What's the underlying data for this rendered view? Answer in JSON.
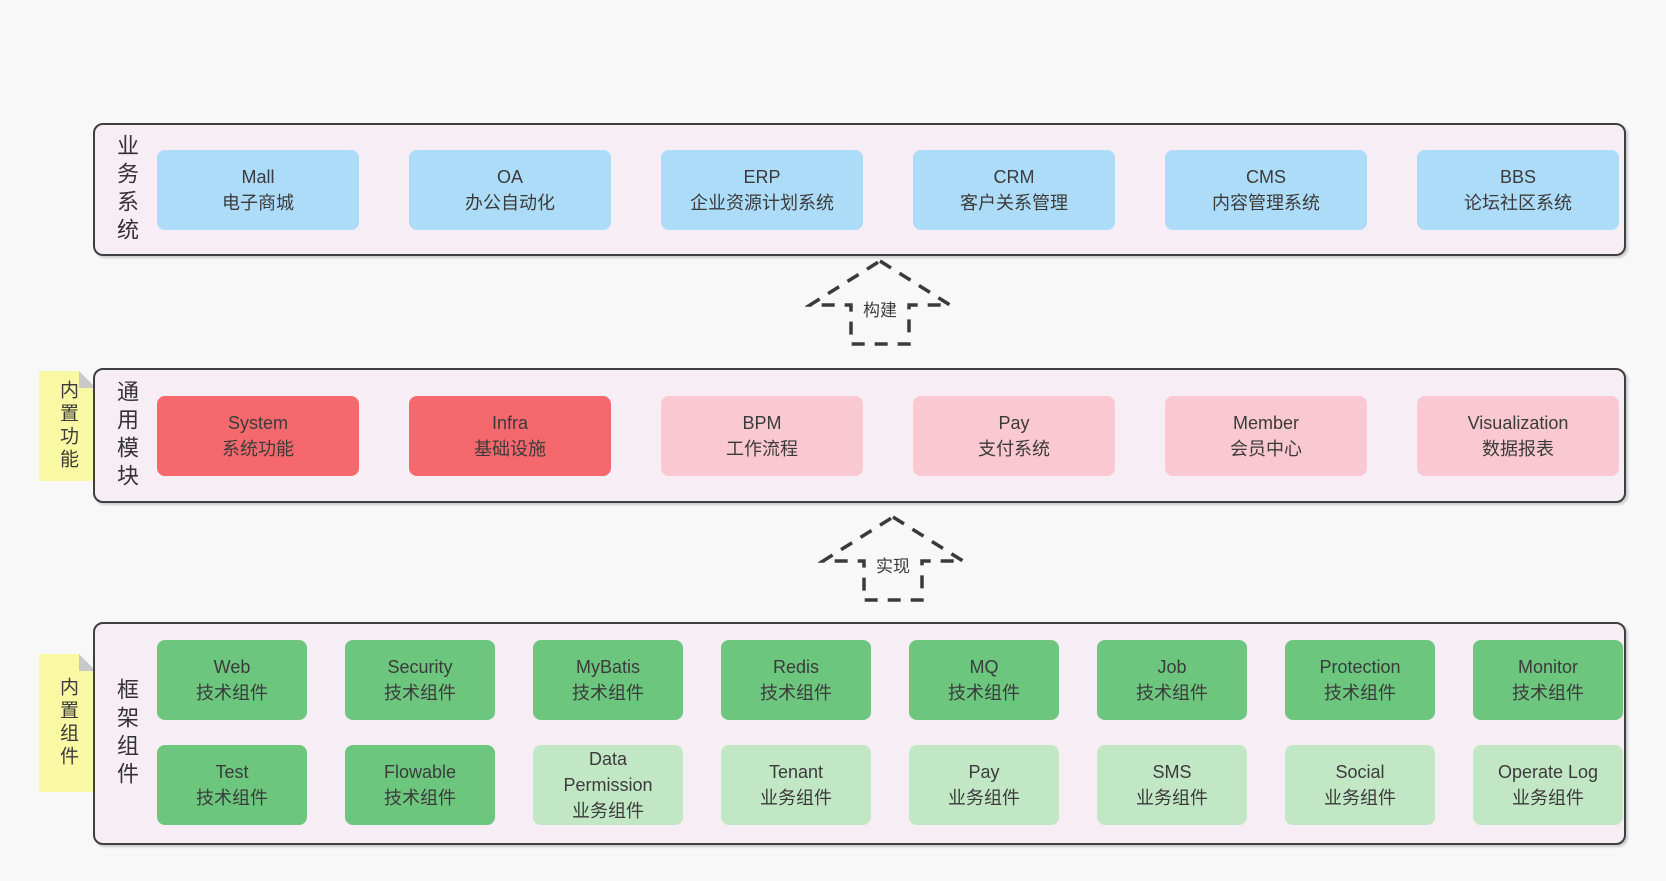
{
  "business": {
    "label": "业务系统",
    "boxes": [
      {
        "en": "Mall",
        "zh": "电子商城"
      },
      {
        "en": "OA",
        "zh": "办公自动化"
      },
      {
        "en": "ERP",
        "zh": "企业资源计划系统"
      },
      {
        "en": "CRM",
        "zh": "客户关系管理"
      },
      {
        "en": "CMS",
        "zh": "内容管理系统"
      },
      {
        "en": "BBS",
        "zh": "论坛社区系统"
      }
    ]
  },
  "modules": {
    "label": "通用模块",
    "note": "内置功能",
    "boxes": [
      {
        "en": "System",
        "zh": "系统功能"
      },
      {
        "en": "Infra",
        "zh": "基础设施"
      },
      {
        "en": "BPM",
        "zh": "工作流程"
      },
      {
        "en": "Pay",
        "zh": "支付系统"
      },
      {
        "en": "Member",
        "zh": "会员中心"
      },
      {
        "en": "Visualization",
        "zh": "数据报表"
      }
    ]
  },
  "framework": {
    "label": "框架组件",
    "note": "内置组件",
    "row1": [
      {
        "en": "Web",
        "zh": "技术组件"
      },
      {
        "en": "Security",
        "zh": "技术组件"
      },
      {
        "en": "MyBatis",
        "zh": "技术组件"
      },
      {
        "en": "Redis",
        "zh": "技术组件"
      },
      {
        "en": "MQ",
        "zh": "技术组件"
      },
      {
        "en": "Job",
        "zh": "技术组件"
      },
      {
        "en": "Protection",
        "zh": "技术组件"
      },
      {
        "en": "Monitor",
        "zh": "技术组件"
      }
    ],
    "row2": [
      {
        "en": "Test",
        "zh": "技术组件"
      },
      {
        "en": "Flowable",
        "zh": "技术组件"
      },
      {
        "en": "Data Permission",
        "zh": "业务组件"
      },
      {
        "en": "Tenant",
        "zh": "业务组件"
      },
      {
        "en": "Pay",
        "zh": "业务组件"
      },
      {
        "en": "SMS",
        "zh": "业务组件"
      },
      {
        "en": "Social",
        "zh": "业务组件"
      },
      {
        "en": "Operate Log",
        "zh": "业务组件"
      }
    ]
  },
  "arrows": {
    "build": "构建",
    "implement": "实现"
  },
  "colors": {
    "page_bg": "#f8f8f8",
    "container_bg": "#f7edf5",
    "container_border": "#3f3f3f",
    "blue": "#addcf8",
    "red": "#f5696e",
    "pink": "#f9c8d0",
    "green_dark": "#6cc67e",
    "green_light": "#c2e7c5",
    "note_yellow": "#f8f9a2",
    "note_fold": "#c9c9c9",
    "text": "#3b3b3b"
  }
}
